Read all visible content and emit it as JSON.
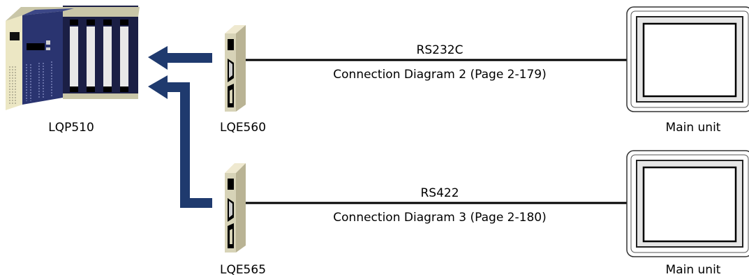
{
  "devices": {
    "cpu": {
      "label": "LQP510",
      "icon": "plc-cpu-icon"
    },
    "module_a": {
      "label": "LQE560",
      "icon": "serial-module-icon"
    },
    "module_b": {
      "label": "LQE565",
      "icon": "serial-module-icon"
    },
    "main_unit_a": {
      "label": "Main unit",
      "icon": "touch-panel-icon"
    },
    "main_unit_b": {
      "label": "Main unit",
      "icon": "touch-panel-icon"
    }
  },
  "connections": [
    {
      "protocol": "RS232C",
      "diagram": "Connection Diagram 2 (Page 2-179)"
    },
    {
      "protocol": "RS422",
      "diagram": "Connection Diagram 3 (Page 2-180)"
    }
  ],
  "colors": {
    "arrow": "#1f3a6e",
    "cpu_body": "#2a3470",
    "module_face": "#d7d3b7",
    "panel_bezel": "#ffffff",
    "line": "#000000"
  }
}
